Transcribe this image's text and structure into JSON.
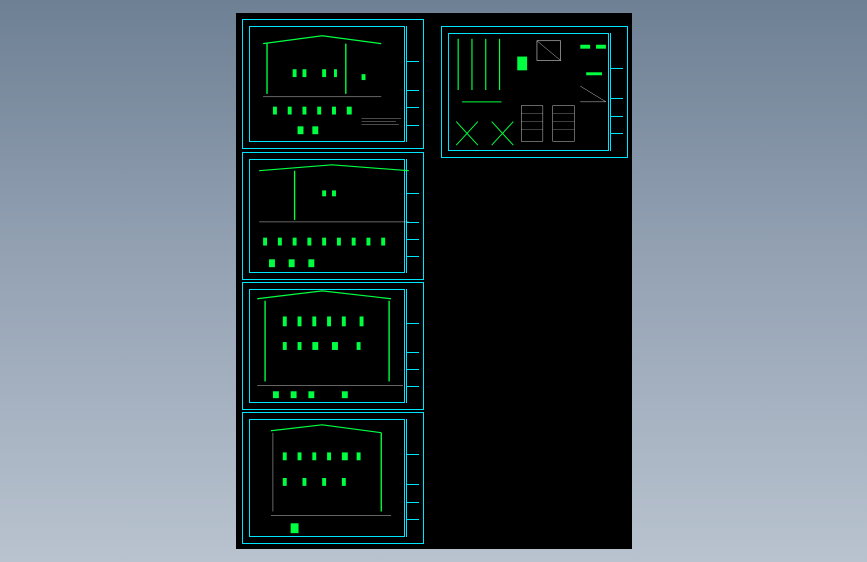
{
  "window": {
    "background": "gradient-steel"
  },
  "viewport": {
    "label": ""
  },
  "colors": {
    "frame": "#00e5ff",
    "beam": "#00ff40",
    "annotation": "#ffffff",
    "dim": "#ff3030",
    "canvas": "#000000"
  },
  "sheets": [
    {
      "id": "sheet-1",
      "label": ""
    },
    {
      "id": "sheet-2",
      "label": ""
    },
    {
      "id": "sheet-3",
      "label": ""
    },
    {
      "id": "sheet-4",
      "label": ""
    },
    {
      "id": "sheet-5",
      "label": ""
    }
  ]
}
